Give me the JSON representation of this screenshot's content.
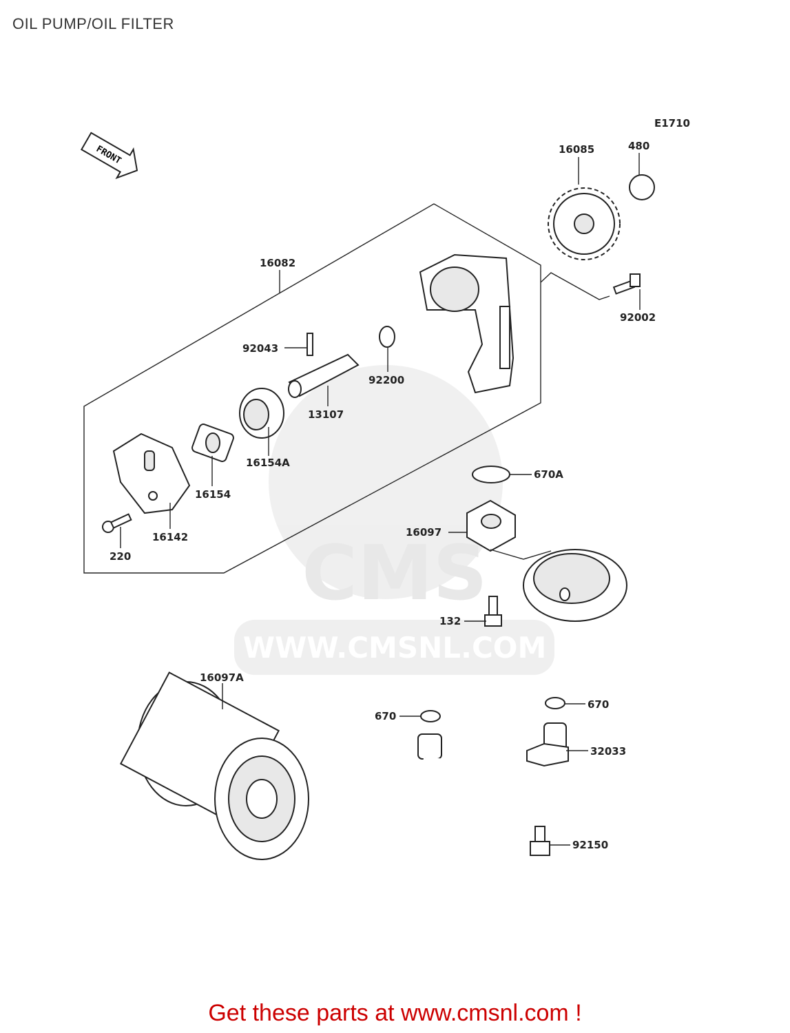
{
  "header": {
    "title": "OIL PUMP/OIL FILTER"
  },
  "diagram": {
    "ref_code": "E1710",
    "front_marker": "FRONT",
    "watermark": {
      "brand": "CMS",
      "url": "WWW.CMSNL.COM"
    },
    "callouts": [
      "16085",
      "480",
      "16082",
      "92002",
      "92043",
      "92200",
      "13107",
      "16154A",
      "16154",
      "16142",
      "220",
      "670A",
      "16097",
      "132",
      "16097A",
      "670",
      "670",
      "32033",
      "92150"
    ]
  },
  "footer": {
    "cta_text": "Get these parts at www.cmsnl.com !",
    "cta_color": "#cc0000"
  }
}
